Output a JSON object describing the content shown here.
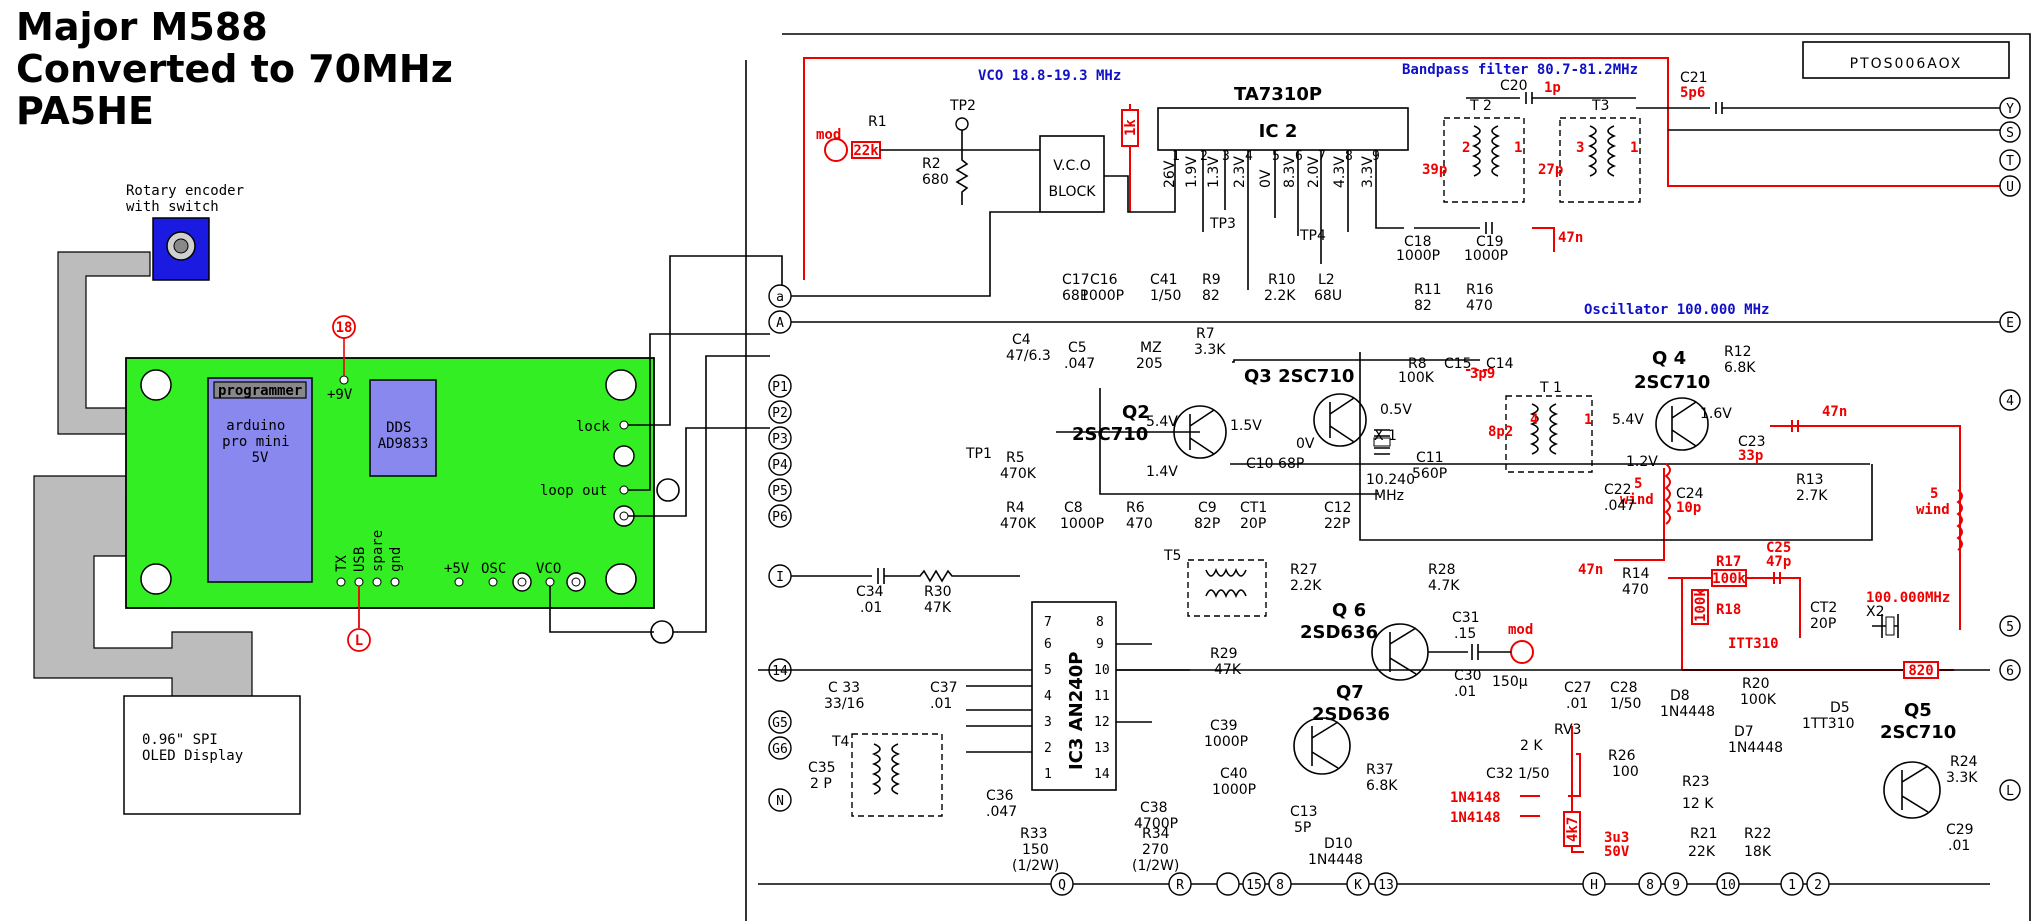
{
  "title": {
    "line1": "Major M588",
    "line2": "Converted to 70MHz",
    "line3": "PA5HE"
  },
  "board": {
    "board_color": "#33ee22",
    "module_color": "#8888ee",
    "programmer_label": "programmer",
    "arduino_label": "arduino\npro mini\n5V",
    "dds_label": "DDS\nAD9833",
    "rotary_label": "Rotary encoder\nwith switch",
    "oled_label": "0.96\" SPI\nOLED Display",
    "plus9v": "+9V",
    "lock": "lock",
    "loop_out": "loop out",
    "pin_tx": "TX",
    "pin_usb": "USB",
    "pin_spare": "spare",
    "pin_gnd": "gnd",
    "plus5v": "+5V",
    "osc": "OSC",
    "vco": "VCO",
    "marker_18": "18",
    "marker_l": "L"
  },
  "schematic": {
    "part_number": "PTOS006AOX",
    "vco_caption": "VCO 18.8-19.3 MHz",
    "bandpass_caption": "Bandpass filter 80.7-81.2MHz",
    "oscillator_caption": "Oscillator 100.000 MHz",
    "ic2": "IC 2",
    "ic2_type": "TA7310P",
    "ic3": "IC3 AN240P",
    "vco_block": "V.C.O\nBLOCK",
    "q2": "Q2\n2SC710",
    "q3": "Q3 2SC710",
    "q4": "Q4\n2SC710",
    "q5": "Q5\n2SC710",
    "q6": "Q 6\n2SD636",
    "q7": "Q7\n2SD636",
    "components": [
      "R1",
      "R2\n680",
      "TP2",
      "C17\n68P",
      "C16\n1000P",
      "C41\n1/50",
      "R9\n82",
      "R10\n2.2K",
      "L2\n68U",
      "R11\n82",
      "R16\n470",
      "C18\n1000P",
      "C19\n1000P",
      "C4\n47/6.3",
      "C5\n.047",
      "MZ\n205",
      "R7\n3.3K",
      "R8\n100K",
      "C15",
      "C14",
      "T1",
      "R12\n6.8K",
      "C23",
      "R13\n2.7K",
      "C22\n.047",
      "C24",
      "R5\n470K",
      "R4\n470K",
      "C8\n1000P",
      "R6\n470",
      "C9\n82P",
      "CT1\n20P",
      "C10 68P",
      "C12\n22P",
      "X1\n10.240\nMHz",
      "C11\n560P",
      "TP1",
      "C34\n.01",
      "R30\n47K",
      "T5",
      "R27\n2.2K",
      "R28\n4.7K",
      "R14\n470",
      "CT2\n20P",
      "X2",
      "C33\n33/16",
      "C37\n.01",
      "C35\n2P",
      "T4",
      "C36\n.047",
      "C38\n4700P",
      "C39\n1000P",
      "C40\n1000P",
      "R29\n47K",
      "C31\n.15",
      "C30\n.01",
      "C27\n.01",
      "C28\n1/50",
      "D8\n1N4448",
      "R20\n100K",
      "D5\n1TT310",
      "RV3\n2K",
      "R26\n100",
      "C32 1/50",
      "R23\n12K",
      "D7\n1N4448",
      "R21\n22K",
      "R22\n18K",
      "R37\n6.8K",
      "C13\n5P",
      "D10\n1N4448",
      "R24\n3.3K",
      "C29\n.01",
      "R33\n150\n(1/2W)",
      "R34\n270\n(1/2W)",
      "C21",
      "C20",
      "T2",
      "T3",
      "TP3",
      "TP4",
      "150µ"
    ],
    "left_terminals": [
      "a",
      "A",
      "P1",
      "P2",
      "P3",
      "P4",
      "P5",
      "P6",
      "I",
      "14",
      "G5",
      "G6",
      "N"
    ],
    "right_terminals": [
      "Y",
      "S",
      "T",
      "U",
      "E",
      "4",
      "5",
      "6",
      "L"
    ],
    "bottom_terminals": [
      "Q",
      "R",
      "15",
      "8",
      "K",
      "13",
      "H",
      "8",
      "9",
      "10",
      "1",
      "2"
    ],
    "ic2_pins": [
      "1",
      "2",
      "3",
      "4",
      "5",
      "6",
      "7",
      "8",
      "9"
    ],
    "ic2_volts": [
      "1.9V",
      "1.3V",
      "2.3V",
      "0V",
      "8.3V",
      "2.0V",
      "4.3V",
      "3.3V"
    ],
    "ic3_pins_left": [
      "7",
      "6",
      "5",
      "4",
      "3",
      "2",
      "1"
    ],
    "ic3_pins_right": [
      "8",
      "9",
      "10",
      "11",
      "12",
      "13",
      "14"
    ]
  },
  "mods": {
    "color": "#ee0000",
    "mod": "mod",
    "r1": "22k",
    "vco_r": "1k",
    "c20": "1p",
    "c_t2": "39p",
    "c_t3": "27p",
    "t2_1": "1",
    "t2_2": "2",
    "t3_1": "1",
    "t3_3": "3",
    "c21": "5p6",
    "c_47n_top": "47n",
    "c15": "---",
    "c14": "3p9",
    "c_t1": "8p2",
    "t1_4": "4",
    "t1_1": "1",
    "c23": "33p",
    "c24": "10p",
    "c_47n_mid": "47n",
    "wind_a": "5\nwind",
    "wind_b": "5\nwind",
    "c_47n_low": "47n",
    "r17": "100k",
    "r17_name": "R17",
    "c25": "C25\n47p",
    "r18": "100k",
    "r18_name": "R18",
    "itt310": "ITT310",
    "freq": "100.000MHz",
    "r_820": "820",
    "d_a": "1N4148",
    "d_b": "1N4148",
    "r_4k7": "4k7",
    "c_3u3": "3u3\n50V",
    "mod2": "mod",
    "schem_volts": [
      "5.4V",
      "1.5V",
      "1.4V",
      "0V",
      "0.5V",
      "5.4V",
      "1.6V",
      "1.2V"
    ]
  }
}
